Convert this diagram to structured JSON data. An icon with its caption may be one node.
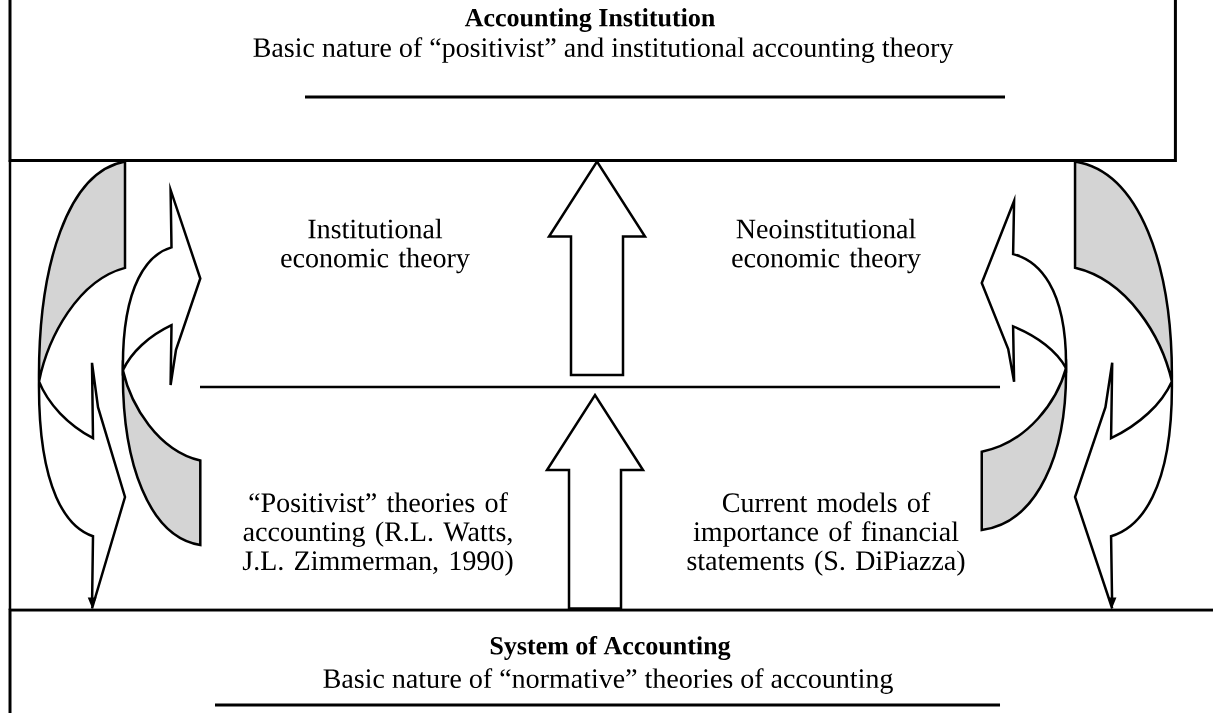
{
  "diagram": {
    "nodes": [
      {
        "text": [
          "Accounting Institution",
          "Basic nature of “positivist” and institutional accounting theory"
        ]
      },
      {
        "text": [
          "Institutional economic theory"
        ]
      },
      {
        "text": [
          "Neoinstitutional economic theory"
        ]
      },
      {
        "text": [
          "“Positivist” theories of accounting (R.L. Watts, J.L. Zimmerman, 1990)"
        ]
      },
      {
        "text": [
          "Current models of importance of financial statements (S. DiPiazza)"
        ]
      },
      {
        "text": [
          "System of Accounting",
          "Basic nature of “normative” theories of accounting"
        ]
      }
    ],
    "edges": [
      {
        "from": null,
        "to": 0,
        "arrow": "to"
      },
      {
        "from": 5,
        "to": null,
        "arrow": "to"
      },
      {
        "from": 0,
        "to": 5,
        "arrow": "to"
      },
      {
        "from": 0,
        "to": 5,
        "arrow": "to"
      }
    ]
  }
}
